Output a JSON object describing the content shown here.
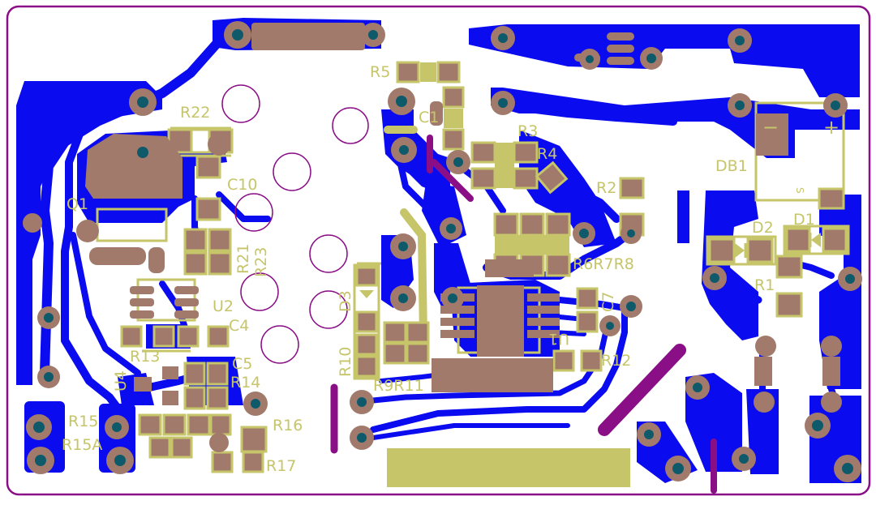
{
  "board": {
    "edge_color": "#8a0e86",
    "copper_color": "#0b0bf0",
    "pad_color": "#a17a6c",
    "silkscreen_color": "#c6c56a",
    "drill_color": "#0e5a6a"
  },
  "labels": {
    "R22": "R22",
    "R5": "R5",
    "C1": "C1",
    "R3": "R3",
    "R4": "R4",
    "R2": "R2",
    "DB1": "DB1",
    "DB1_minus": "−",
    "DB1_plus": "+",
    "DB1_ac": "S",
    "C10": "C10",
    "Q1": "Q1",
    "R21": "R21",
    "R23": "R23",
    "D2": "D2",
    "D1": "D1",
    "R6R7R8": "R6R7R8",
    "R1": "R1",
    "U2": "U2",
    "C4": "C4",
    "D3": "D3",
    "C7": "C7",
    "R13": "R13",
    "C5": "C5",
    "R14": "R14",
    "U4": "U4",
    "R10": "R10",
    "R9R11": "R9R11",
    "U1": "U1",
    "R12": "R12",
    "R15": "R15",
    "R15A": "R15A",
    "R16": "R16",
    "R17": "R17"
  }
}
